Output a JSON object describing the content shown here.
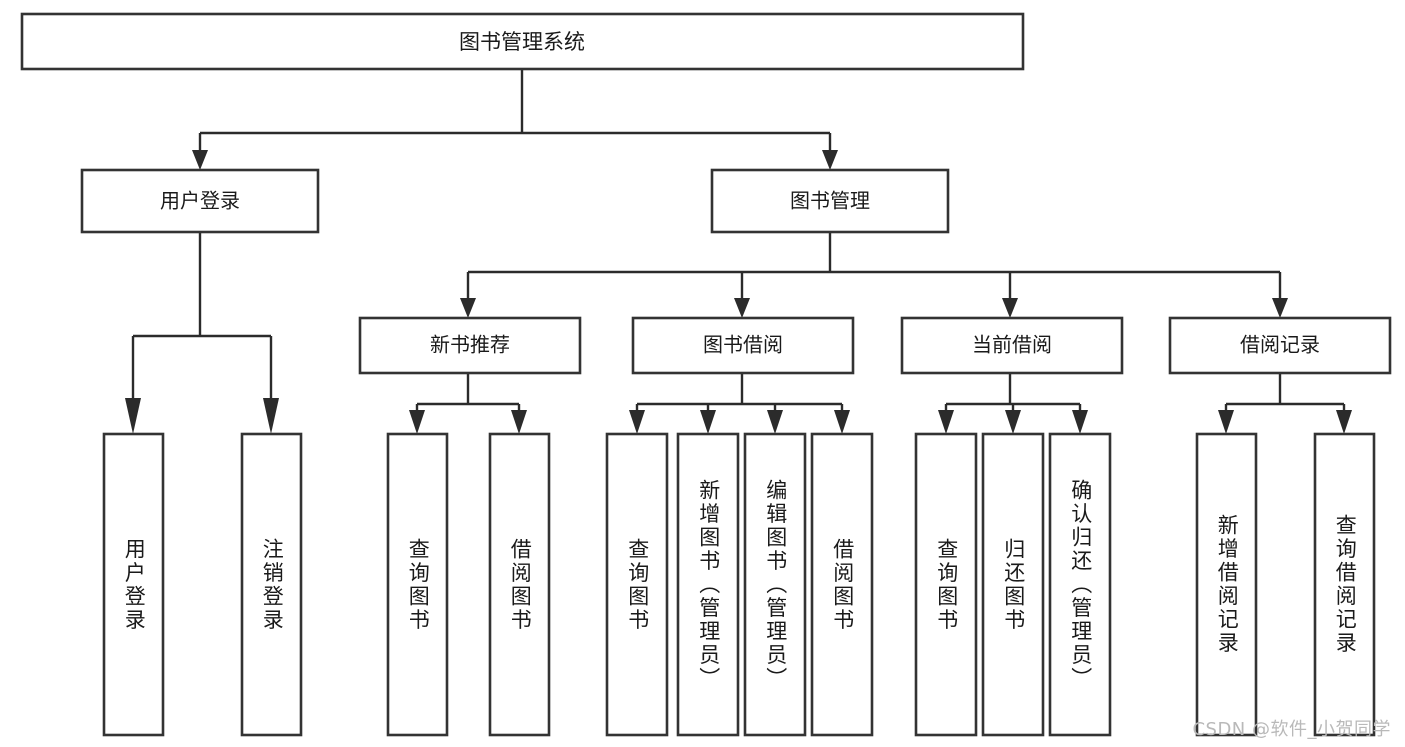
{
  "diagram": {
    "type": "tree",
    "title": "图书管理系统",
    "root": {
      "label": "图书管理系统"
    },
    "level1": [
      {
        "label": "用户登录"
      },
      {
        "label": "图书管理"
      }
    ],
    "level2": [
      {
        "label": "新书推荐",
        "parent": "图书管理"
      },
      {
        "label": "图书借阅",
        "parent": "图书管理"
      },
      {
        "label": "当前借阅",
        "parent": "图书管理"
      },
      {
        "label": "借阅记录",
        "parent": "图书管理"
      }
    ],
    "leaves": {
      "user_login": [
        {
          "label": "用户登录"
        },
        {
          "label": "注销登录"
        }
      ],
      "new_book_recommend": [
        {
          "label": "查询图书"
        },
        {
          "label": "借阅图书"
        }
      ],
      "book_borrow": [
        {
          "label": "查询图书"
        },
        {
          "label": "新增图书（管理员）"
        },
        {
          "label": "编辑图书（管理员）"
        },
        {
          "label": "借阅图书"
        }
      ],
      "current_borrow": [
        {
          "label": "查询图书"
        },
        {
          "label": "归还图书"
        },
        {
          "label": "确认归还（管理员）"
        }
      ],
      "borrow_record": [
        {
          "label": "新增借阅记录"
        },
        {
          "label": "查询借阅记录"
        }
      ]
    }
  },
  "watermark": {
    "text": "CSDN @软件_小贺同学"
  },
  "colors": {
    "background": "#ffffff",
    "box_border": "#333333",
    "connector": "#2b2b2b",
    "text": "#1a1a1a",
    "watermark": "#b9b9b9"
  }
}
